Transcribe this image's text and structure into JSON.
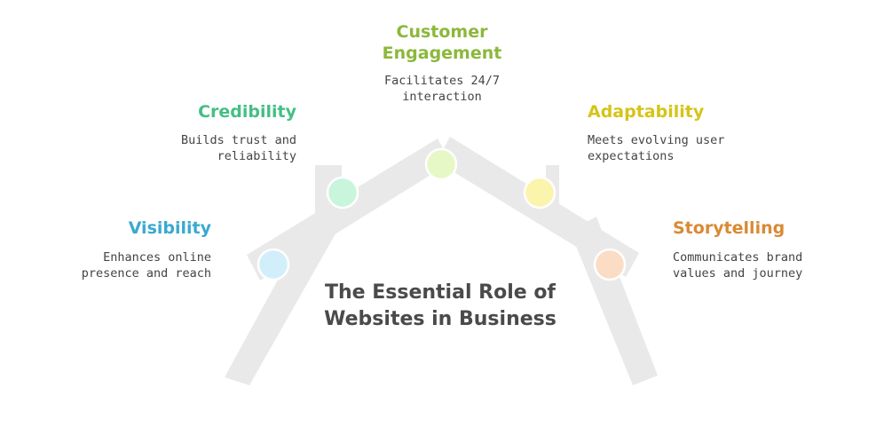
{
  "title": "The Essential Role of Websites in Business",
  "nodes": [
    {
      "key": "visibility",
      "title": "Visibility",
      "description": "Enhances online presence and reach",
      "color": "#3aa9d0",
      "fill": "#d2eefb"
    },
    {
      "key": "credibility",
      "title": "Credibility",
      "description": "Builds trust and reliability",
      "color": "#44bf83",
      "fill": "#c8f5dc"
    },
    {
      "key": "engagement",
      "title": "Customer Engagement",
      "description": "Facilitates 24/7 interaction",
      "color": "#8bb83c",
      "fill": "#e6f8c6"
    },
    {
      "key": "adaptability",
      "title": "Adaptability",
      "description": "Meets evolving user expectations",
      "color": "#d6c419",
      "fill": "#fbf4ad"
    },
    {
      "key": "storytelling",
      "title": "Storytelling",
      "description": "Communicates brand values and journey",
      "color": "#d98a35",
      "fill": "#fbdcc4"
    }
  ],
  "colors": {
    "beam": "#e9e9e9",
    "node_stroke": "#ffffff",
    "title_text": "#4a4a4a",
    "desc_text": "#444444"
  }
}
